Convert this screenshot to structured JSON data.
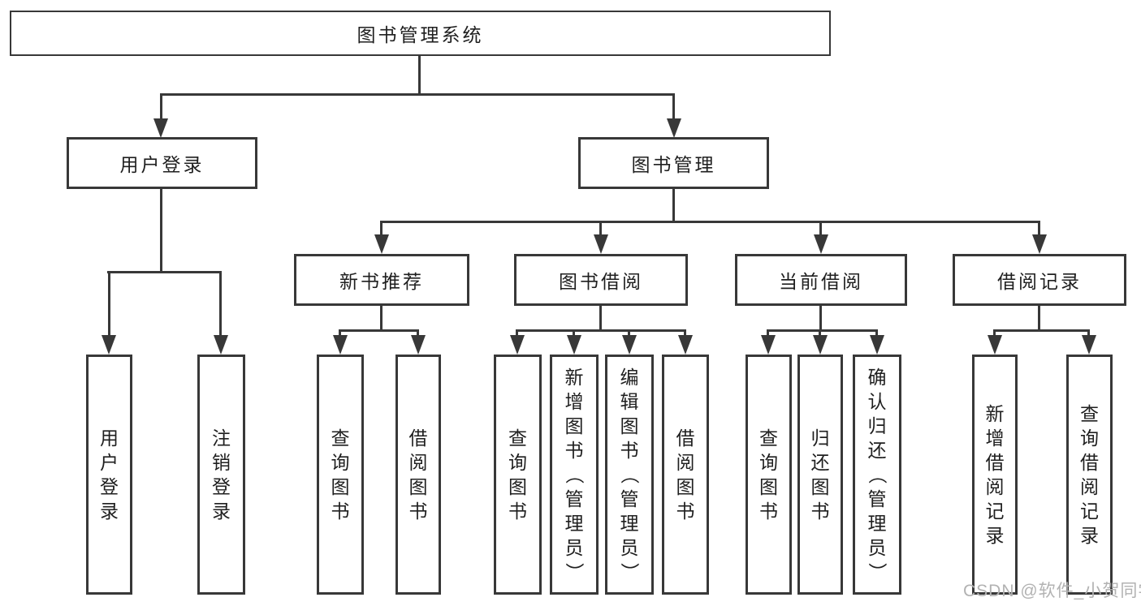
{
  "diagram": {
    "root": {
      "label": "图书管理系统"
    },
    "user_login": {
      "label": "用户登录",
      "children": [
        "用户登录",
        "注销登录"
      ]
    },
    "book_mgmt": {
      "label": "图书管理"
    },
    "modules": [
      {
        "label": "新书推荐",
        "children": [
          "查询图书",
          "借阅图书"
        ]
      },
      {
        "label": "图书借阅",
        "children": [
          "查询图书",
          "新增图书（管理员）",
          "编辑图书（管理员）",
          "借阅图书"
        ]
      },
      {
        "label": "当前借阅",
        "children": [
          "查询图书",
          "归还图书",
          "确认归还（管理员）"
        ]
      },
      {
        "label": "借阅记录",
        "children": [
          "新增借阅记录",
          "查询借阅记录"
        ]
      }
    ],
    "watermark": "CSDN @软件_小贺同学",
    "colors": {
      "line": "#383838",
      "text": "#1f1f1f",
      "watermark": "#b2b2b2",
      "background": "#ffffff"
    }
  }
}
